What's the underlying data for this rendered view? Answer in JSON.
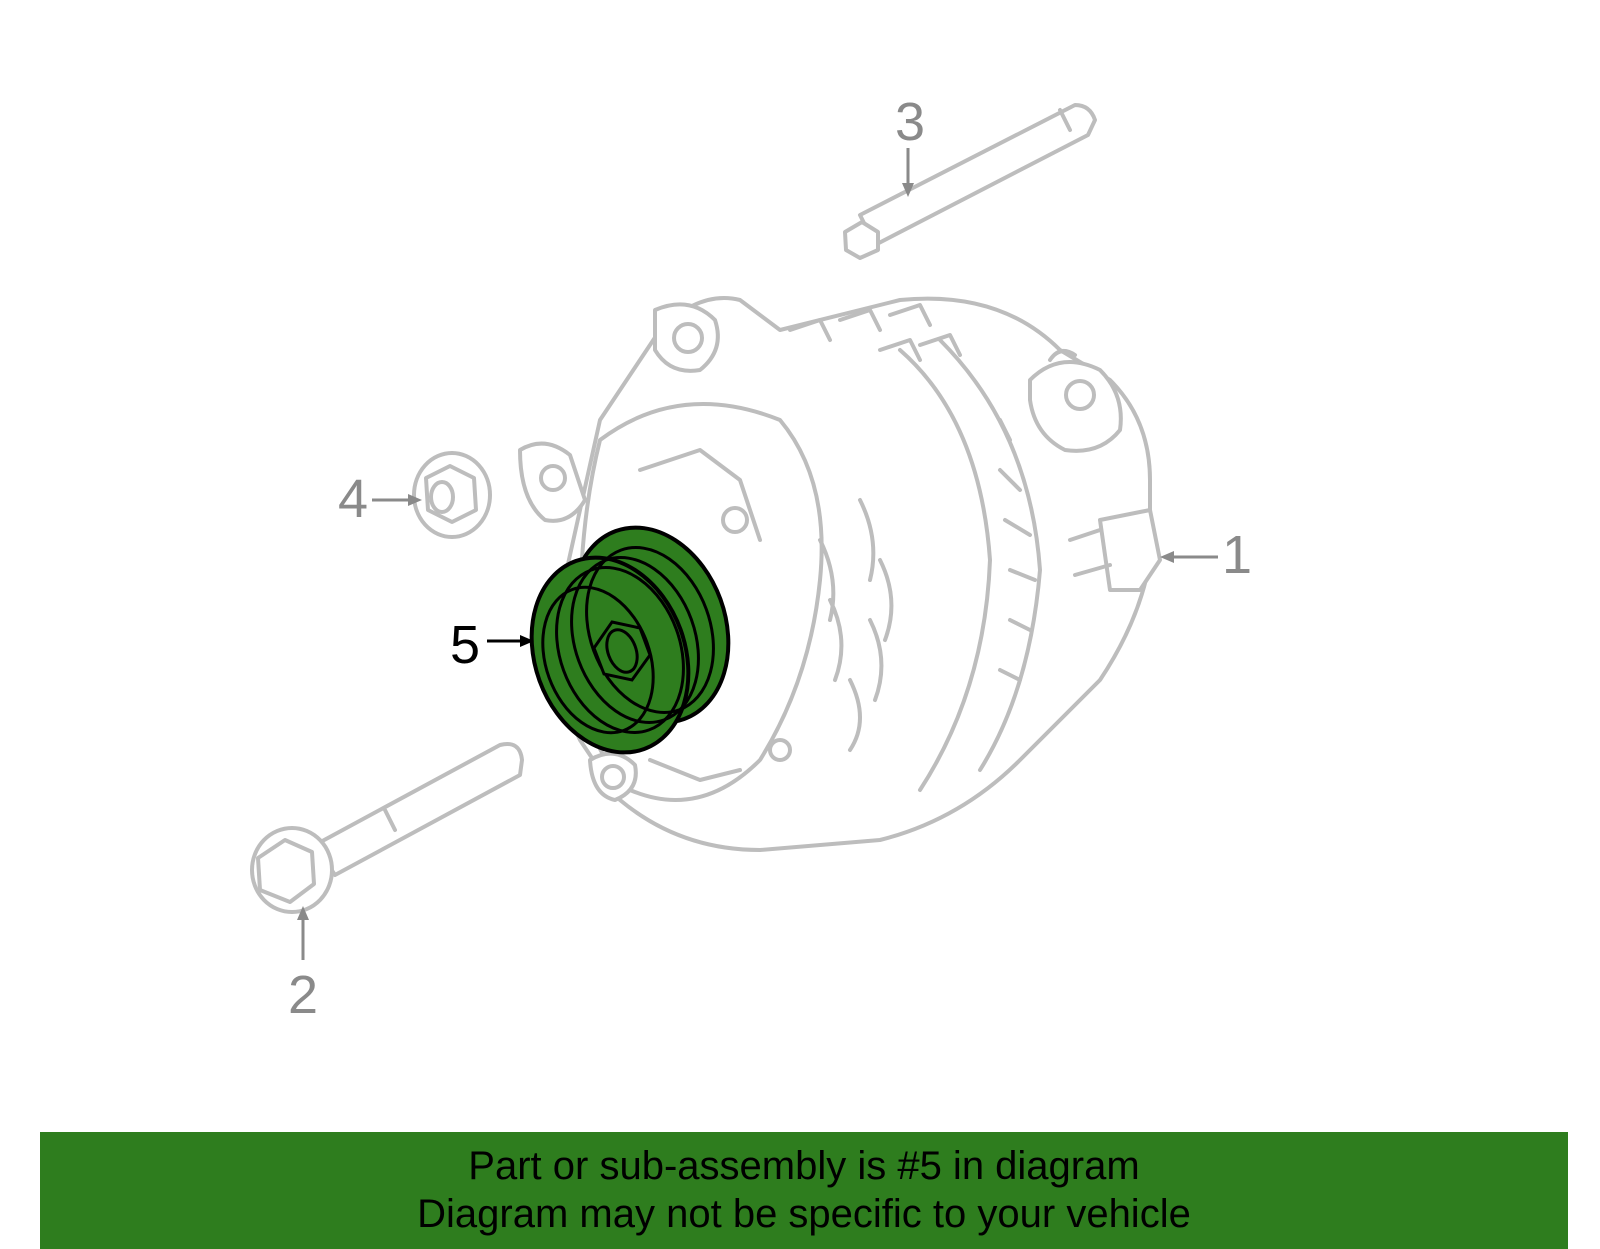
{
  "diagram": {
    "callouts": [
      {
        "id": "1",
        "label": "1",
        "target": "alternator"
      },
      {
        "id": "2",
        "label": "2",
        "target": "lower-mounting-bolt"
      },
      {
        "id": "3",
        "label": "3",
        "target": "upper-stud"
      },
      {
        "id": "4",
        "label": "4",
        "target": "nut"
      },
      {
        "id": "5",
        "label": "5",
        "target": "pulley",
        "highlighted": true
      }
    ],
    "highlight_color": "#2e7d1e",
    "part_line_color": "#bdbdbd",
    "callout_color": "#8a8a8a"
  },
  "banner": {
    "line1": "Part or sub-assembly is #5 in diagram",
    "line2": "Diagram may not be specific to your vehicle",
    "background": "#2e7d1e"
  }
}
